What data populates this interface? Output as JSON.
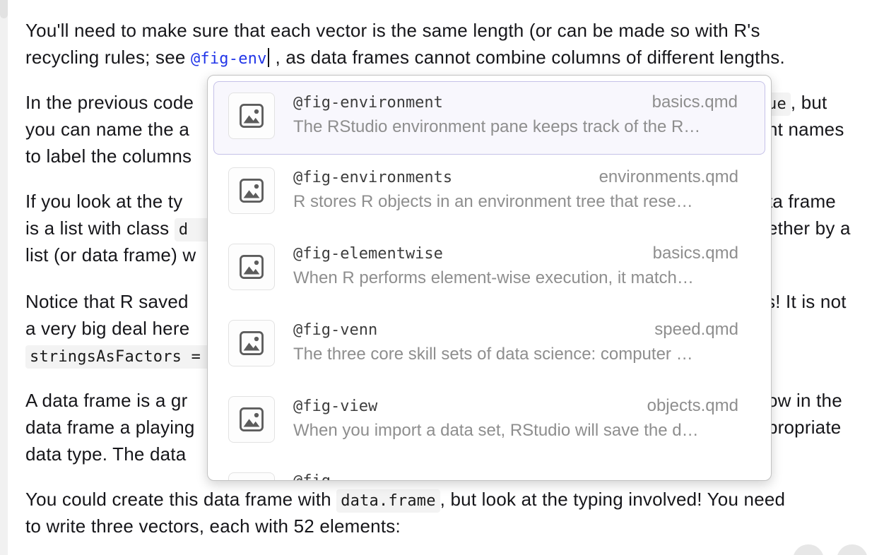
{
  "document": {
    "p1_l1": "You'll need to make sure that each vector is the same length (or can be made so with R's",
    "p1_l2_prefix": "recycling rules; see ",
    "p1_l2_ref": "@fig-env",
    "p1_l2_suffix": ", as data frames cannot combine columns of different lengths.",
    "p2_l1_left": "In the previous code",
    "p2_l1_right_code": "ue",
    "p2_l1_right": ", but",
    "p2_l2_left": "you can name the a",
    "p2_l2_right": "nt names",
    "p2_l3_left": "to label the columns",
    "p3_l1_left": "If you look at the ty",
    "p3_l1_right": "ta frame",
    "p3_l2_left_prefix": "is a list with class ",
    "p3_l2_left_code": "d",
    "p3_l2_right": "ether by a",
    "p3_l3_left": "list (or data frame) w",
    "p4_l1_left": "Notice that R saved",
    "p4_l1_right": "s! It is not",
    "p4_l2_left": "a very big deal here",
    "p4_l3_code": "stringsAsFactors =",
    "p5_l1_left": "A data frame is a gr",
    "p5_l1_right": "ow in the",
    "p5_l2_left": "data frame a playing",
    "p5_l2_right": "propriate",
    "p5_l3_left": "data type. The data",
    "p6_l1_prefix": "You could create this data frame with ",
    "p6_l1_code": "data.frame",
    "p6_l1_suffix": ", but look at the typing involved! You need",
    "p6_l2": "to write three vectors, each with 52 elements:"
  },
  "popup": {
    "items": [
      {
        "label": "@fig-environment",
        "file": "basics.qmd",
        "desc": "The RStudio environment pane keeps track of the R…",
        "icon": "image-icon",
        "selected": true
      },
      {
        "label": "@fig-environments",
        "file": "environments.qmd",
        "desc": "R stores R objects in an environment tree that rese…",
        "icon": "image-icon",
        "selected": false
      },
      {
        "label": "@fig-elementwise",
        "file": "basics.qmd",
        "desc": "When R performs element-wise execution, it match…",
        "icon": "image-icon",
        "selected": false
      },
      {
        "label": "@fig-venn",
        "file": "speed.qmd",
        "desc": "The three core skill sets of data science: computer …",
        "icon": "image-icon",
        "selected": false
      },
      {
        "label": "@fig-view",
        "file": "objects.qmd",
        "desc": "When you import a data set, RStudio will save the d…",
        "icon": "image-icon",
        "selected": false
      },
      {
        "label": "@fig-",
        "file": "",
        "desc": "",
        "icon": "image-icon",
        "selected": false,
        "partial": true
      }
    ]
  },
  "colors": {
    "reference_blue": "#2135e8",
    "selected_border": "#c5c1e8",
    "selected_bg": "#f8f7fd",
    "popup_border": "#c2c2c2",
    "code_bg": "#f3f3f3",
    "muted_text": "#8e8e8e",
    "gutter": "#f1f1f1"
  }
}
